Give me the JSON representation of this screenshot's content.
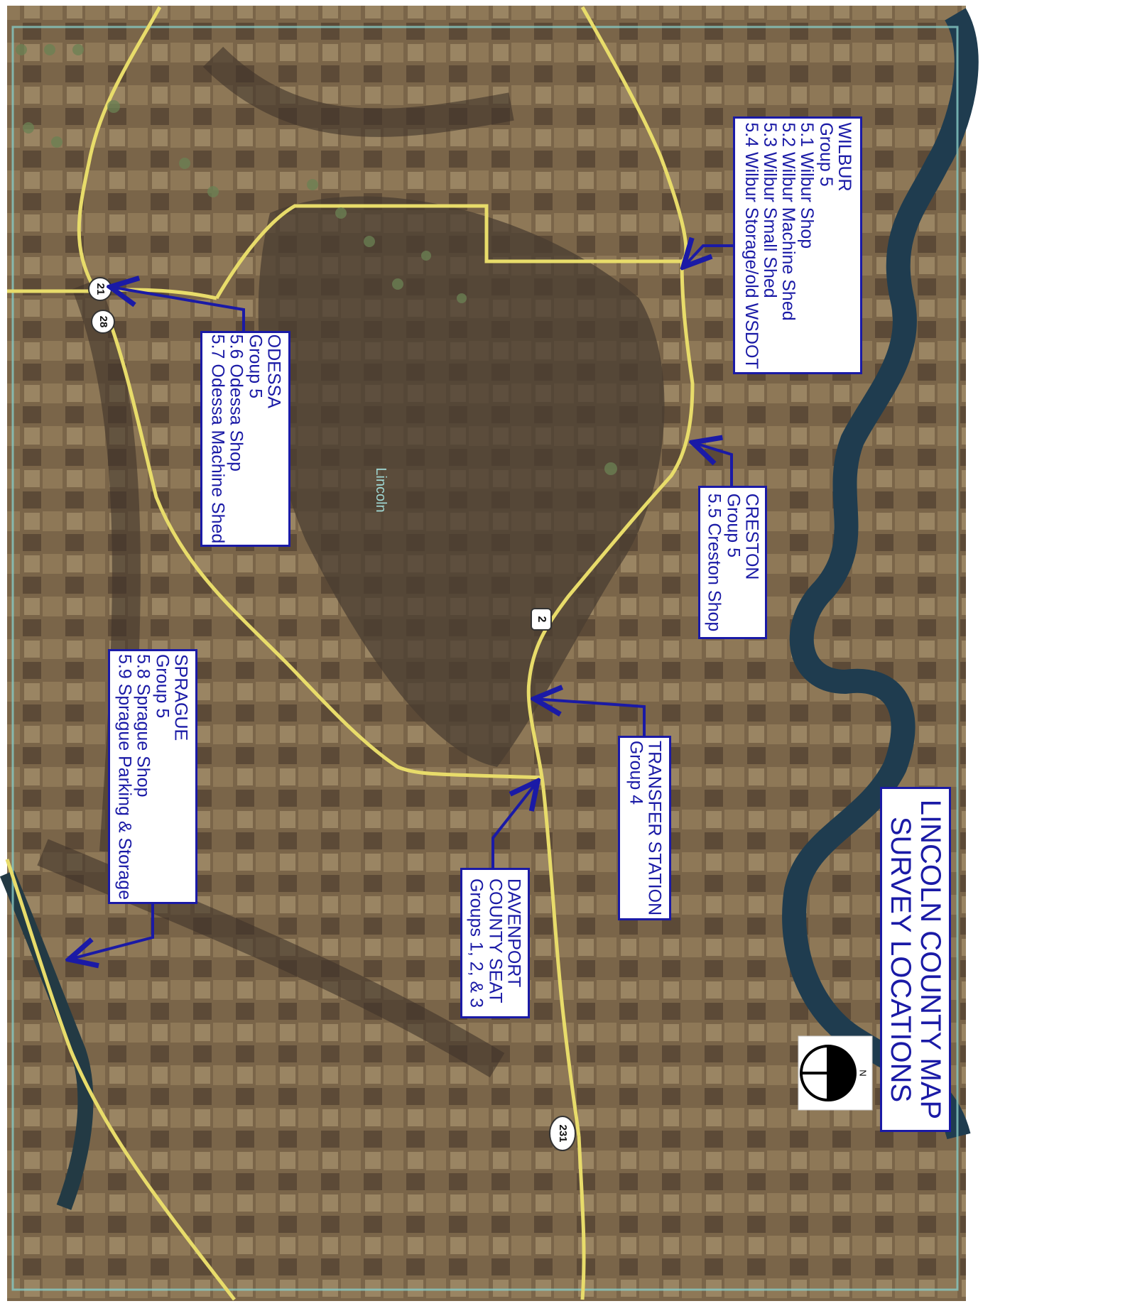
{
  "title": {
    "line1": "LINCOLN COUNTY MAP",
    "line2": "SURVEY LOCATIONS"
  },
  "map_label": "Lincoln",
  "north_label": "N",
  "highways": [
    "21",
    "28",
    "2",
    "231"
  ],
  "locations": {
    "wilbur": {
      "name": "WILBUR",
      "group": "Group 5",
      "items": [
        "5.1 Wilbur Shop",
        "5.2 Wilbur Machine Shed",
        "5.3 Wilbur Small Shed",
        "5.4 Wilbur Storage/old WSDOT"
      ]
    },
    "odessa": {
      "name": "ODESSA",
      "group": "Group 5",
      "items": [
        "5.6 Odessa Shop",
        "5.7 Odessa Machine Shed"
      ]
    },
    "creston": {
      "name": "CRESTON",
      "group": "Group 5",
      "items": [
        "5.5 Creston Shop"
      ]
    },
    "sprague": {
      "name": "SPRAGUE",
      "group": "Group 5",
      "items": [
        "5.8 Sprague Shop",
        "5.9 Sprague Parking & Storage"
      ]
    },
    "transfer": {
      "name": "TRANSFER STATION",
      "group": "Group 4"
    },
    "davenport": {
      "name": "DAVENPORT",
      "line2": "COUNTY SEAT",
      "group": "Groups 1, 2, & 3"
    }
  },
  "colors": {
    "accent": "#1a1aa6",
    "road": "#e8dc6a",
    "river": "#1f3c4f",
    "terrain": "#6f5a43"
  }
}
